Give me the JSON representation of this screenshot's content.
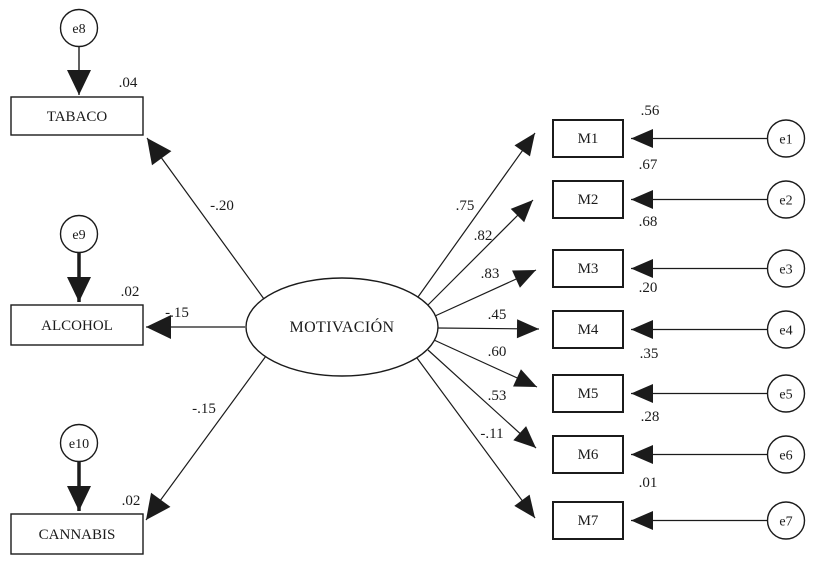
{
  "diagram": {
    "latent": {
      "label": "MOTIVACIÓN"
    },
    "outcomes": [
      {
        "label": "TABACO",
        "error": "e8",
        "variance": ".04",
        "coef": "-.20"
      },
      {
        "label": "ALCOHOL",
        "error": "e9",
        "variance": ".02",
        "coef": "-.15"
      },
      {
        "label": "CANNABIS",
        "error": "e10",
        "variance": ".02",
        "coef": "-.15"
      }
    ],
    "indicators": [
      {
        "label": "M1",
        "error": "e1",
        "variance": ".56",
        "coef": ".75"
      },
      {
        "label": "M2",
        "error": "e2",
        "variance": ".67",
        "coef": ".82"
      },
      {
        "label": "M3",
        "error": "e3",
        "variance": ".68",
        "coef": ".83"
      },
      {
        "label": "M4",
        "error": "e4",
        "variance": ".20",
        "coef": ".45"
      },
      {
        "label": "M5",
        "error": "e5",
        "variance": ".35",
        "coef": ".60"
      },
      {
        "label": "M6",
        "error": "e6",
        "variance": ".28",
        "coef": ".53"
      },
      {
        "label": "M7",
        "error": "e7",
        "variance": ".01",
        "coef": "-.11"
      }
    ]
  }
}
